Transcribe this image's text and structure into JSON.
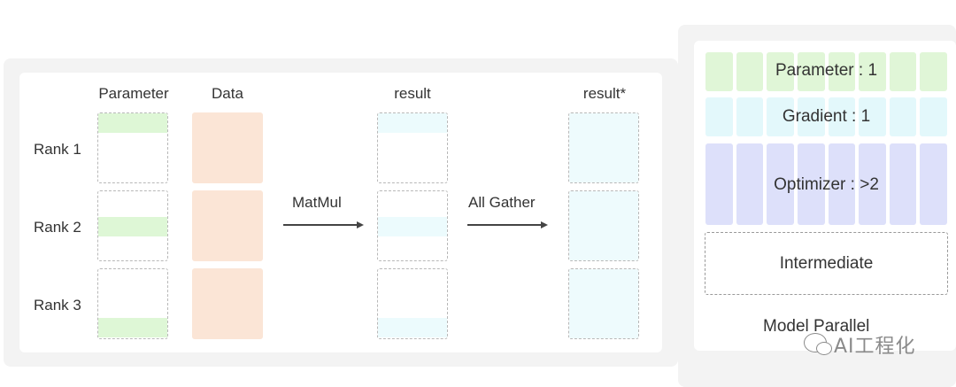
{
  "left_diagram": {
    "columns": {
      "parameter": "Parameter",
      "data": "Data",
      "result": "result",
      "result_star": "result*"
    },
    "ranks": [
      "Rank 1",
      "Rank 2",
      "Rank 3"
    ],
    "operations": {
      "matmul": "MatMul",
      "all_gather": "All Gather"
    }
  },
  "right_diagram": {
    "parameter_label": "Parameter : 1",
    "gradient_label": "Gradient : 1",
    "optimizer_label": "Optimizer : >2",
    "intermediate_label": "Intermediate",
    "footer_label": "Model Parallel"
  },
  "watermark": {
    "text": "AI工程化"
  },
  "colors": {
    "parameter_green": "#def7d6",
    "data_peach": "#fbe5d6",
    "result_cyan": "#eefbfd",
    "optimizer_lavender": "#dde0fa"
  }
}
